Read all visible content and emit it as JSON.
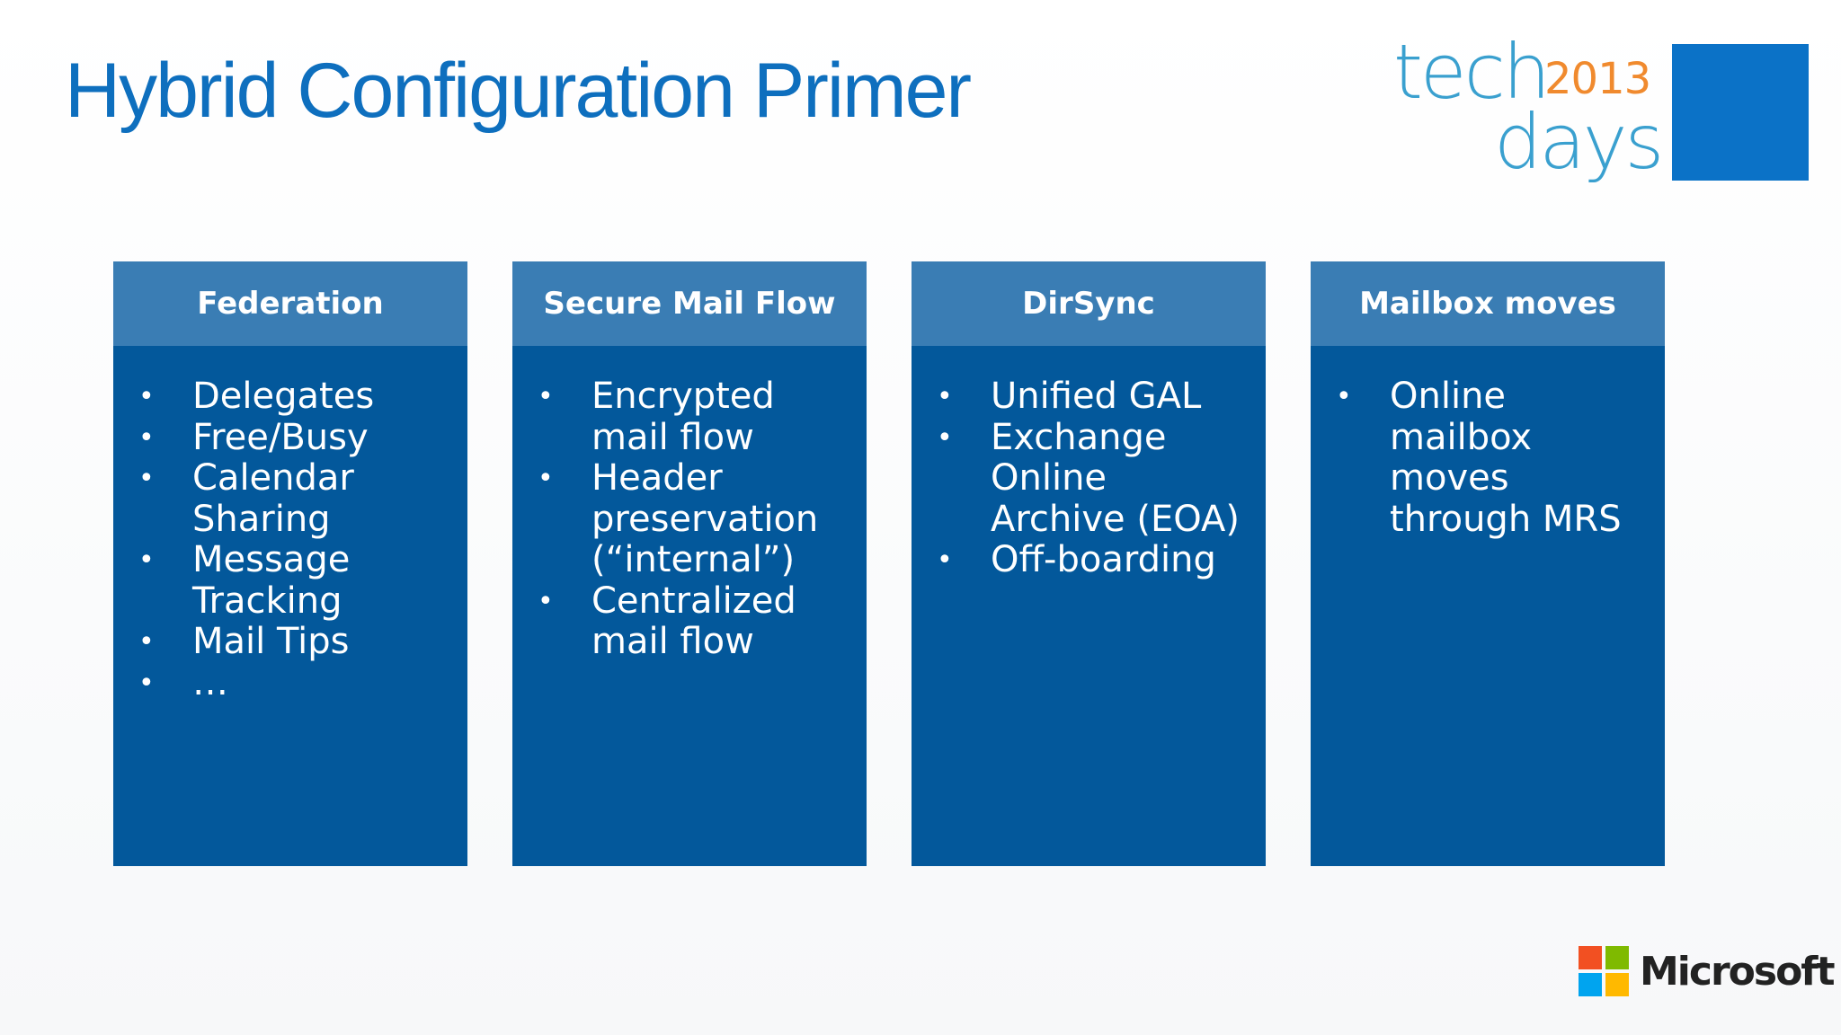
{
  "slide": {
    "title": "Hybrid Configuration Primer"
  },
  "logo": {
    "tech": "tech",
    "year": "2013",
    "days": "days",
    "square_color": "#0b72c7"
  },
  "columns": [
    {
      "header": "Federation",
      "items": [
        "Delegates",
        "Free/Busy",
        "Calendar Sharing",
        "Message Tracking",
        "Mail Tips",
        "…"
      ]
    },
    {
      "header": "Secure Mail Flow",
      "items": [
        "Encrypted mail flow",
        "Header preservation (“internal”)",
        "Centralized mail flow"
      ]
    },
    {
      "header": "DirSync",
      "items": [
        "Unified GAL",
        "Exchange Online Archive (EOA)",
        "Off-boarding"
      ]
    },
    {
      "header": "Mailbox moves",
      "items": [
        "Online mailbox moves through MRS"
      ]
    }
  ],
  "footer": {
    "brand": "Microsoft"
  },
  "colors": {
    "title": "#0e6fbe",
    "column_body": "#03589b",
    "column_header": "#3a7db4"
  }
}
